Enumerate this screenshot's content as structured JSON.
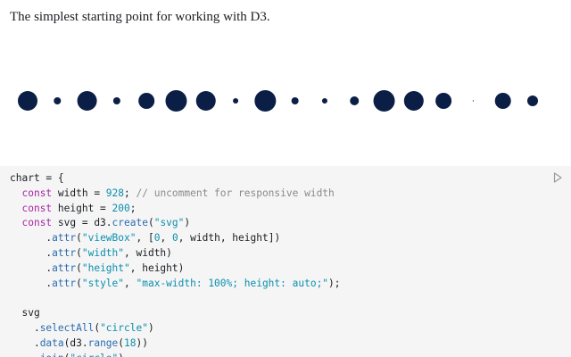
{
  "intro": {
    "text": "The simplest starting point for working with D3."
  },
  "colors": {
    "dot_fill": "#0b1e45",
    "code_background": "#f5f5f5",
    "keyword": "#a626a4",
    "string": "#0b8fae",
    "comment": "#8a8a8a"
  },
  "output": {
    "circle_count": 18,
    "circle_radii": [
      11,
      4,
      11,
      4,
      9,
      12,
      11,
      3,
      12,
      4,
      3,
      5,
      12,
      11,
      9,
      0.6,
      9,
      6
    ],
    "circle_radii_unit": "px"
  },
  "run_button": {
    "icon": "play-outline-icon"
  },
  "code": {
    "lines": [
      [
        {
          "t": "chart = {",
          "c": "var"
        }
      ],
      [
        {
          "t": "  ",
          "c": "var"
        },
        {
          "t": "const",
          "c": "kw"
        },
        {
          "t": " width = ",
          "c": "var"
        },
        {
          "t": "928",
          "c": "num"
        },
        {
          "t": "; ",
          "c": "var"
        },
        {
          "t": "// uncomment for responsive width",
          "c": "comment"
        }
      ],
      [
        {
          "t": "  ",
          "c": "var"
        },
        {
          "t": "const",
          "c": "kw"
        },
        {
          "t": " height = ",
          "c": "var"
        },
        {
          "t": "200",
          "c": "num"
        },
        {
          "t": ";",
          "c": "var"
        }
      ],
      [
        {
          "t": "  ",
          "c": "var"
        },
        {
          "t": "const",
          "c": "kw"
        },
        {
          "t": " svg = d3.",
          "c": "var"
        },
        {
          "t": "create",
          "c": "fn"
        },
        {
          "t": "(",
          "c": "var"
        },
        {
          "t": "\"svg\"",
          "c": "str"
        },
        {
          "t": ")",
          "c": "var"
        }
      ],
      [
        {
          "t": "      .",
          "c": "var"
        },
        {
          "t": "attr",
          "c": "fn"
        },
        {
          "t": "(",
          "c": "var"
        },
        {
          "t": "\"viewBox\"",
          "c": "str"
        },
        {
          "t": ", [",
          "c": "var"
        },
        {
          "t": "0",
          "c": "num"
        },
        {
          "t": ", ",
          "c": "var"
        },
        {
          "t": "0",
          "c": "num"
        },
        {
          "t": ", width, height])",
          "c": "var"
        }
      ],
      [
        {
          "t": "      .",
          "c": "var"
        },
        {
          "t": "attr",
          "c": "fn"
        },
        {
          "t": "(",
          "c": "var"
        },
        {
          "t": "\"width\"",
          "c": "str"
        },
        {
          "t": ", width)",
          "c": "var"
        }
      ],
      [
        {
          "t": "      .",
          "c": "var"
        },
        {
          "t": "attr",
          "c": "fn"
        },
        {
          "t": "(",
          "c": "var"
        },
        {
          "t": "\"height\"",
          "c": "str"
        },
        {
          "t": ", height)",
          "c": "var"
        }
      ],
      [
        {
          "t": "      .",
          "c": "var"
        },
        {
          "t": "attr",
          "c": "fn"
        },
        {
          "t": "(",
          "c": "var"
        },
        {
          "t": "\"style\"",
          "c": "str"
        },
        {
          "t": ", ",
          "c": "var"
        },
        {
          "t": "\"max-width: 100%; height: auto;\"",
          "c": "str"
        },
        {
          "t": ");",
          "c": "var"
        }
      ],
      [
        {
          "t": "",
          "c": "var"
        }
      ],
      [
        {
          "t": "  svg",
          "c": "var"
        }
      ],
      [
        {
          "t": "    .",
          "c": "var"
        },
        {
          "t": "selectAll",
          "c": "fn"
        },
        {
          "t": "(",
          "c": "var"
        },
        {
          "t": "\"circle\"",
          "c": "str"
        },
        {
          "t": ")",
          "c": "var"
        }
      ],
      [
        {
          "t": "    .",
          "c": "var"
        },
        {
          "t": "data",
          "c": "fn"
        },
        {
          "t": "(d3.",
          "c": "var"
        },
        {
          "t": "range",
          "c": "fn"
        },
        {
          "t": "(",
          "c": "var"
        },
        {
          "t": "18",
          "c": "num"
        },
        {
          "t": "))",
          "c": "var"
        }
      ],
      [
        {
          "t": "    .",
          "c": "var"
        },
        {
          "t": "join",
          "c": "fn"
        },
        {
          "t": "(",
          "c": "var"
        },
        {
          "t": "\"circle\"",
          "c": "str"
        },
        {
          "t": ")",
          "c": "var"
        }
      ]
    ]
  }
}
